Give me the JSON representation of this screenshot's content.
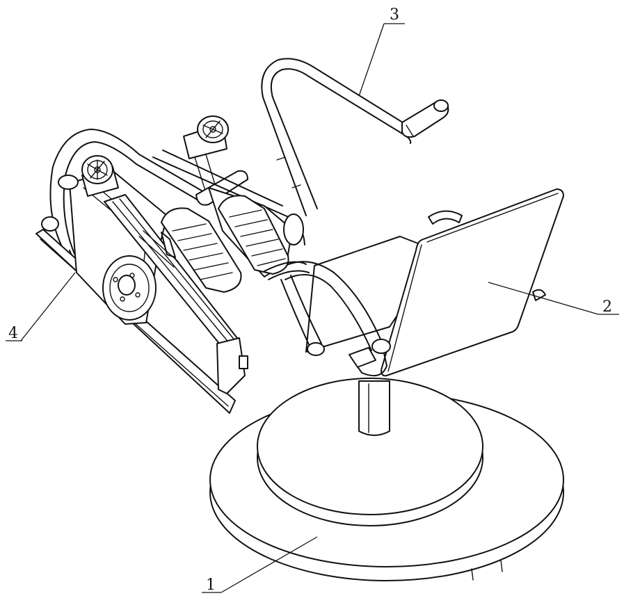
{
  "figure": {
    "callouts": [
      {
        "id": "1",
        "text": "1"
      },
      {
        "id": "2",
        "text": "2"
      },
      {
        "id": "3",
        "text": "3"
      },
      {
        "id": "4",
        "text": "4"
      }
    ]
  }
}
